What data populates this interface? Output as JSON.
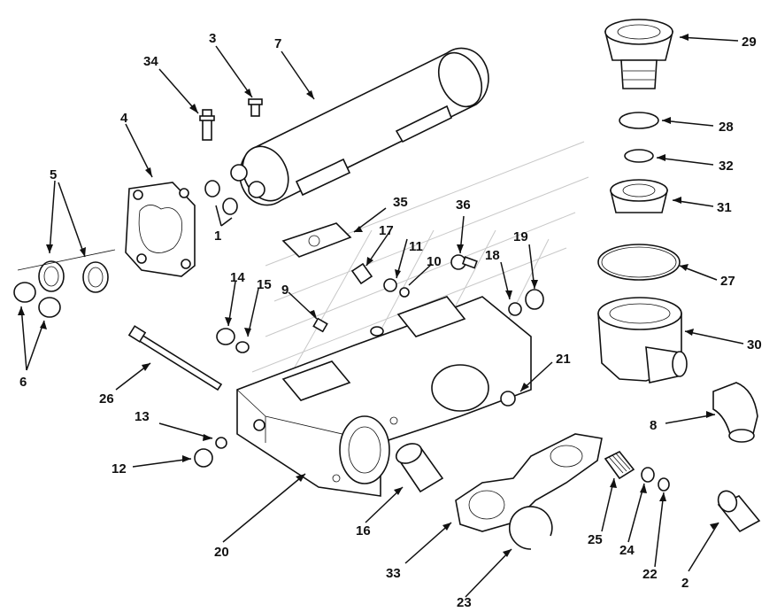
{
  "colors": {
    "ink": "#111111",
    "background": "#ffffff",
    "watermark": "#c8c8c8"
  },
  "labels": {
    "p1": "1",
    "p2": "2",
    "p3": "3",
    "p4": "4",
    "p5": "5",
    "p6": "6",
    "p7": "7",
    "p8": "8",
    "p9": "9",
    "p10": "10",
    "p11": "11",
    "p12": "12",
    "p13": "13",
    "p14": "14",
    "p15": "15",
    "p16": "16",
    "p17": "17",
    "p18": "18",
    "p19": "19",
    "p20": "20",
    "p21": "21",
    "p22": "22",
    "p23": "23",
    "p24": "24",
    "p25": "25",
    "p26": "26",
    "p27": "27",
    "p28": "28",
    "p29": "29",
    "p30": "30",
    "p31": "31",
    "p32": "32",
    "p33": "33",
    "p34": "34",
    "p35": "35",
    "p36": "36"
  }
}
